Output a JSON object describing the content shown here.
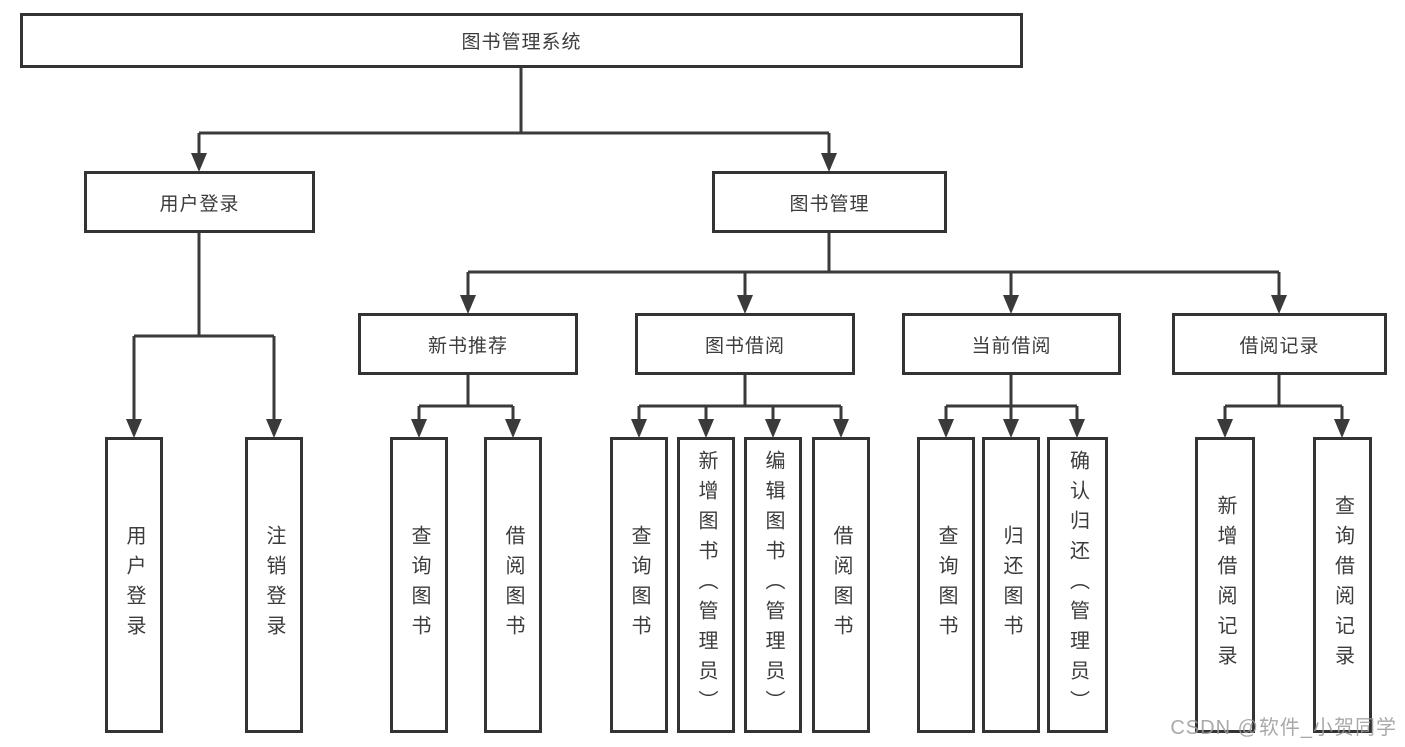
{
  "tree": {
    "root": {
      "label": "图书管理系统"
    },
    "level2": [
      {
        "label": "用户登录",
        "children": [
          {
            "label": "用户登录"
          },
          {
            "label": "注销登录"
          }
        ]
      },
      {
        "label": "图书管理",
        "children": [
          {
            "label": "新书推荐",
            "children": [
              {
                "label": "查询图书"
              },
              {
                "label": "借阅图书"
              }
            ]
          },
          {
            "label": "图书借阅",
            "children": [
              {
                "label": "查询图书"
              },
              {
                "label": "新增图书（管理员）"
              },
              {
                "label": "编辑图书（管理员）"
              },
              {
                "label": "借阅图书"
              }
            ]
          },
          {
            "label": "当前借阅",
            "children": [
              {
                "label": "查询图书"
              },
              {
                "label": "归还图书"
              },
              {
                "label": "确认归还（管理员）"
              }
            ]
          },
          {
            "label": "借阅记录",
            "children": [
              {
                "label": "新增借阅记录"
              },
              {
                "label": "查询借阅记录"
              }
            ]
          }
        ]
      }
    ]
  },
  "watermark": {
    "text": "CSDN @软件_小贺同学"
  },
  "colors": {
    "line": "#3a3a3a",
    "box_border": "#333333",
    "text": "#3c3c3c",
    "watermark": "#9b9b9b",
    "background": "#ffffff"
  }
}
